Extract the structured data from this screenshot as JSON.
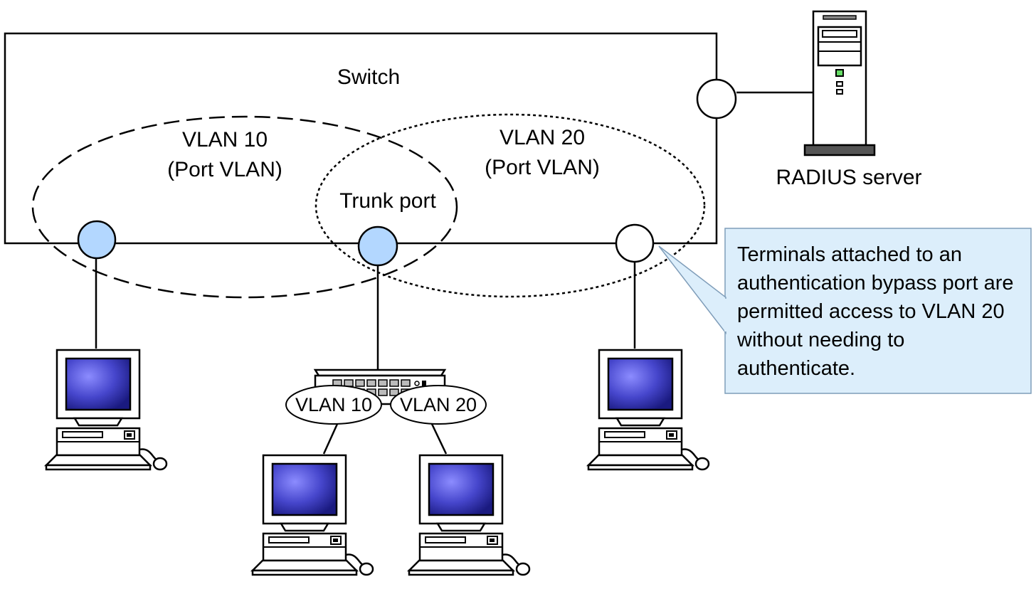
{
  "switch": {
    "label": "Switch"
  },
  "vlan10": {
    "line1": "VLAN 10",
    "line2": "(Port VLAN)"
  },
  "vlan20": {
    "line1": "VLAN 20",
    "line2": "(Port VLAN)"
  },
  "trunk_port": {
    "label": "Trunk port"
  },
  "radius_server": {
    "label": "RADIUS server"
  },
  "hub": {
    "vlan_a": "VLAN 10",
    "vlan_b": "VLAN 20"
  },
  "callout": {
    "text": "Terminals attached to an authentication bypass port are permitted access to VLAN 20 without needing to authenticate."
  },
  "colors": {
    "port_fill": "#b3d7ff",
    "callout_fill": "#dceefb",
    "screen": "#3a3ab8"
  }
}
